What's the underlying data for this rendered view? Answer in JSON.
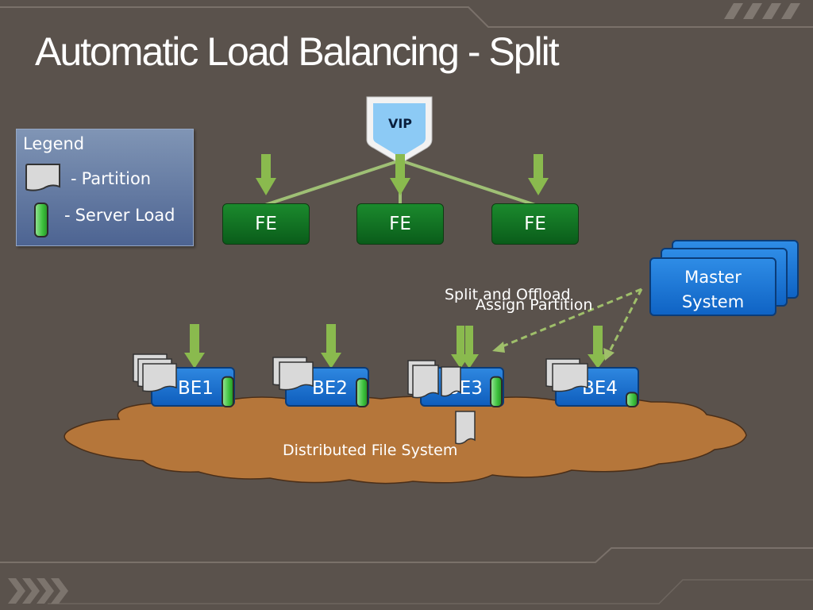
{
  "slide": {
    "title": "Automatic Load Balancing - Split"
  },
  "legend": {
    "title": "Legend",
    "partition_label": "Partition",
    "server_load_label": "Server Load",
    "dash": "-"
  },
  "vip": {
    "label": "VIP"
  },
  "front_ends": [
    {
      "label": "FE"
    },
    {
      "label": "FE"
    },
    {
      "label": "FE"
    }
  ],
  "back_ends": [
    {
      "label": "BE1",
      "load": 0.85
    },
    {
      "label": "BE2",
      "load": 0.8
    },
    {
      "label": "BE3",
      "load": 0.85
    },
    {
      "label": "BE4",
      "load": 0.4
    }
  ],
  "master": {
    "line1": "Master",
    "line2": "System"
  },
  "annotations": {
    "split_and_offload": "Split and Offload",
    "assign_partition": "Assign Partition",
    "dfs": "Distributed File System"
  },
  "colors": {
    "background": "#5a524c",
    "fe_green": "#0f6e22",
    "be_blue": "#1a73d4",
    "arrow_green": "#8aba4e",
    "cloud_brown": "#b5763a",
    "dashed_line": "#9fbf6a"
  }
}
